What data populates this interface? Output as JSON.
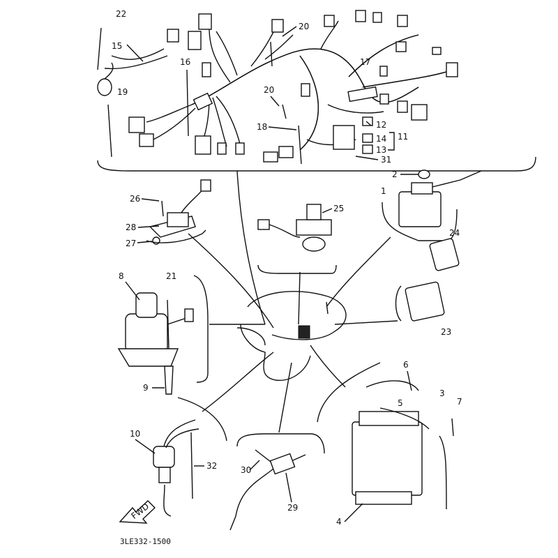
{
  "diagram_code": "3LE332-1500",
  "fwd_label": "FWD",
  "callouts": {
    "c1": "1",
    "c2": "2",
    "c3": "3",
    "c4": "4",
    "c5": "5",
    "c6": "6",
    "c7": "7",
    "c8": "8",
    "c9": "9",
    "c10": "10",
    "c11": "11",
    "c12": "12",
    "c13": "13",
    "c14": "14",
    "c15": "15",
    "c16": "16",
    "c17": "17",
    "c18": "18",
    "c19": "19",
    "c20a": "20",
    "c20b": "20",
    "c21": "21",
    "c22": "22",
    "c23": "23",
    "c24": "24",
    "c25": "25",
    "c26": "26",
    "c27": "27",
    "c28": "28",
    "c29": "29",
    "c30": "30",
    "c31": "31",
    "c32": "32"
  }
}
